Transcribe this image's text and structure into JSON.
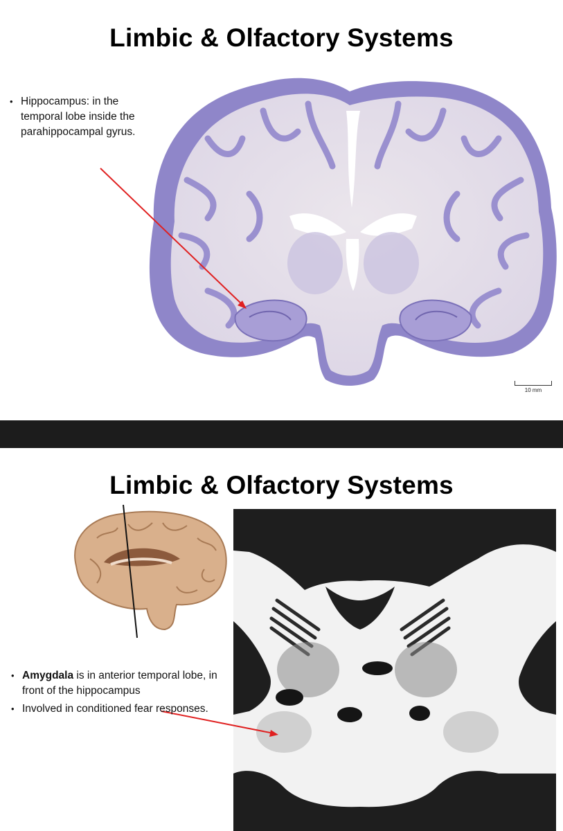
{
  "slide1": {
    "title": "Limbic & Olfactory Systems",
    "bullets": [
      "Hippocampus: in the temporal lobe inside the parahippocampal gyrus."
    ],
    "scale_label": "10 mm"
  },
  "slide2": {
    "title": "Limbic & Olfactory Systems",
    "bullet1": {
      "bold": "Amygdala",
      "rest": " is in anterior temporal lobe, in front of the hippocampus"
    },
    "bullet2": "Involved in conditioned fear responses."
  },
  "colors": {
    "stain_purple": "#8e84c8",
    "stain_light": "#e9e4ee",
    "arrow_red": "#e02020",
    "brain_tan": "#d9b08c",
    "myelin_black": "#1e1e1e"
  }
}
